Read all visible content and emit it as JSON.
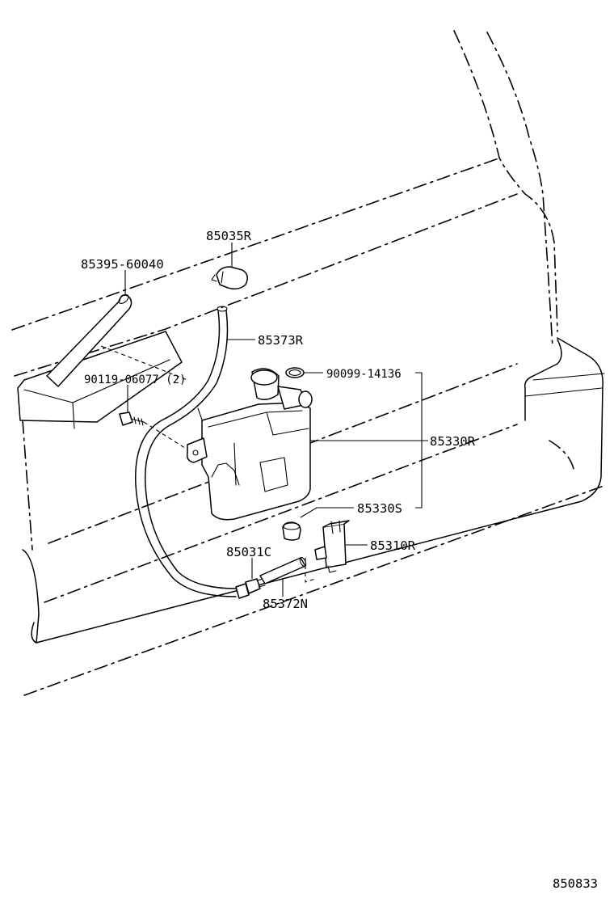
{
  "callouts": {
    "nozzle": "85035R",
    "filler_hose": "85395-60040",
    "hose_upper": "85373R",
    "bolt": "90119-06077 (2)",
    "cap_seal": "90099-14136",
    "tank": "85330R",
    "grommet": "85330S",
    "pump": "85310R",
    "valve": "85031C",
    "hose_lower": "85372N"
  },
  "diagram_code": "850833"
}
